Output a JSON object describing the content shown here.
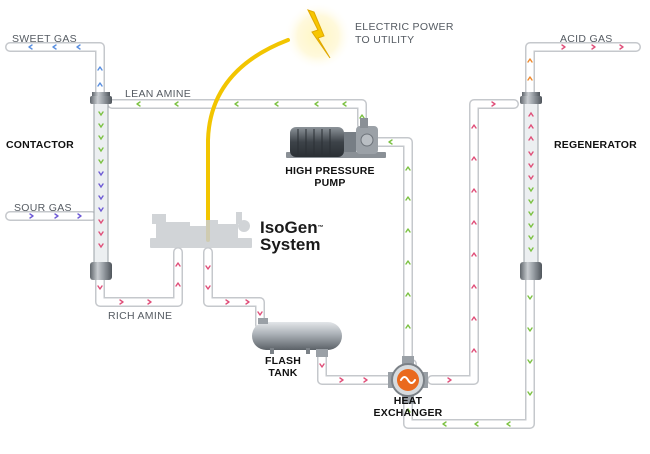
{
  "labels": {
    "sweet_gas": "SWEET GAS",
    "sour_gas": "SOUR GAS",
    "contactor": "CONTACTOR",
    "lean_amine": "LEAN AMINE",
    "rich_amine": "RICH AMINE",
    "electric_power_line1": "ELECTRIC POWER",
    "electric_power_line2": "TO UTILITY",
    "hp_pump_line1": "HIGH PRESSURE",
    "hp_pump_line2": "PUMP",
    "isogen_line1": "IsoGen",
    "isogen_tm": "™",
    "isogen_line2": "System",
    "flash_line1": "FLASH",
    "flash_line2": "TANK",
    "hx_line1": "HEAT",
    "hx_line2": "EXCHANGER",
    "acid_gas": "ACID GAS",
    "regenerator": "REGENERATOR"
  },
  "colors": {
    "pipe_fill": "#ffffff",
    "pipe_edge": "#c5c8cc",
    "power_line": "#f2c500",
    "power_glow": "#fff3b0",
    "arrow_purple": "#6e5bd6",
    "arrow_blue": "#5a8fe0",
    "arrow_green": "#7cc243",
    "arrow_red": "#e0507a",
    "arrow_orange": "#ef8a2e",
    "column_metal": "#8a9096",
    "hx_orange": "#ea6a1e"
  }
}
